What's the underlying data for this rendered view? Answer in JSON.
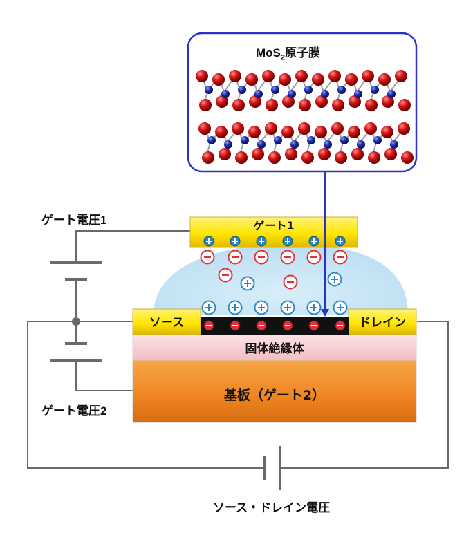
{
  "inset": {
    "title_main": "MoS",
    "title_sub": "2",
    "title_rest": "原子膜"
  },
  "labels": {
    "gate_voltage_1": "ゲート電圧1",
    "gate_voltage_2": "ゲート電圧2",
    "source_drain_voltage": "ソース・ドレイン電圧"
  },
  "device": {
    "gate1": "ゲート1",
    "source": "ソース",
    "drain": "ドレイン",
    "insulator": "固体絶縁体",
    "substrate": "基板（ゲート2）"
  },
  "colors": {
    "gate_yellow": "#ffe600",
    "electrolyte": "#c9e6f5",
    "insulator_pink": "#f9cfd4",
    "substrate_orange": "#f08c2a",
    "channel": "#111111",
    "negative_ion": "#e0303a",
    "positive_ion": "#2a86c8",
    "inset_border": "#2b34c2",
    "mo_atom": "#1b2aa6",
    "s_atom": "#c81414"
  }
}
